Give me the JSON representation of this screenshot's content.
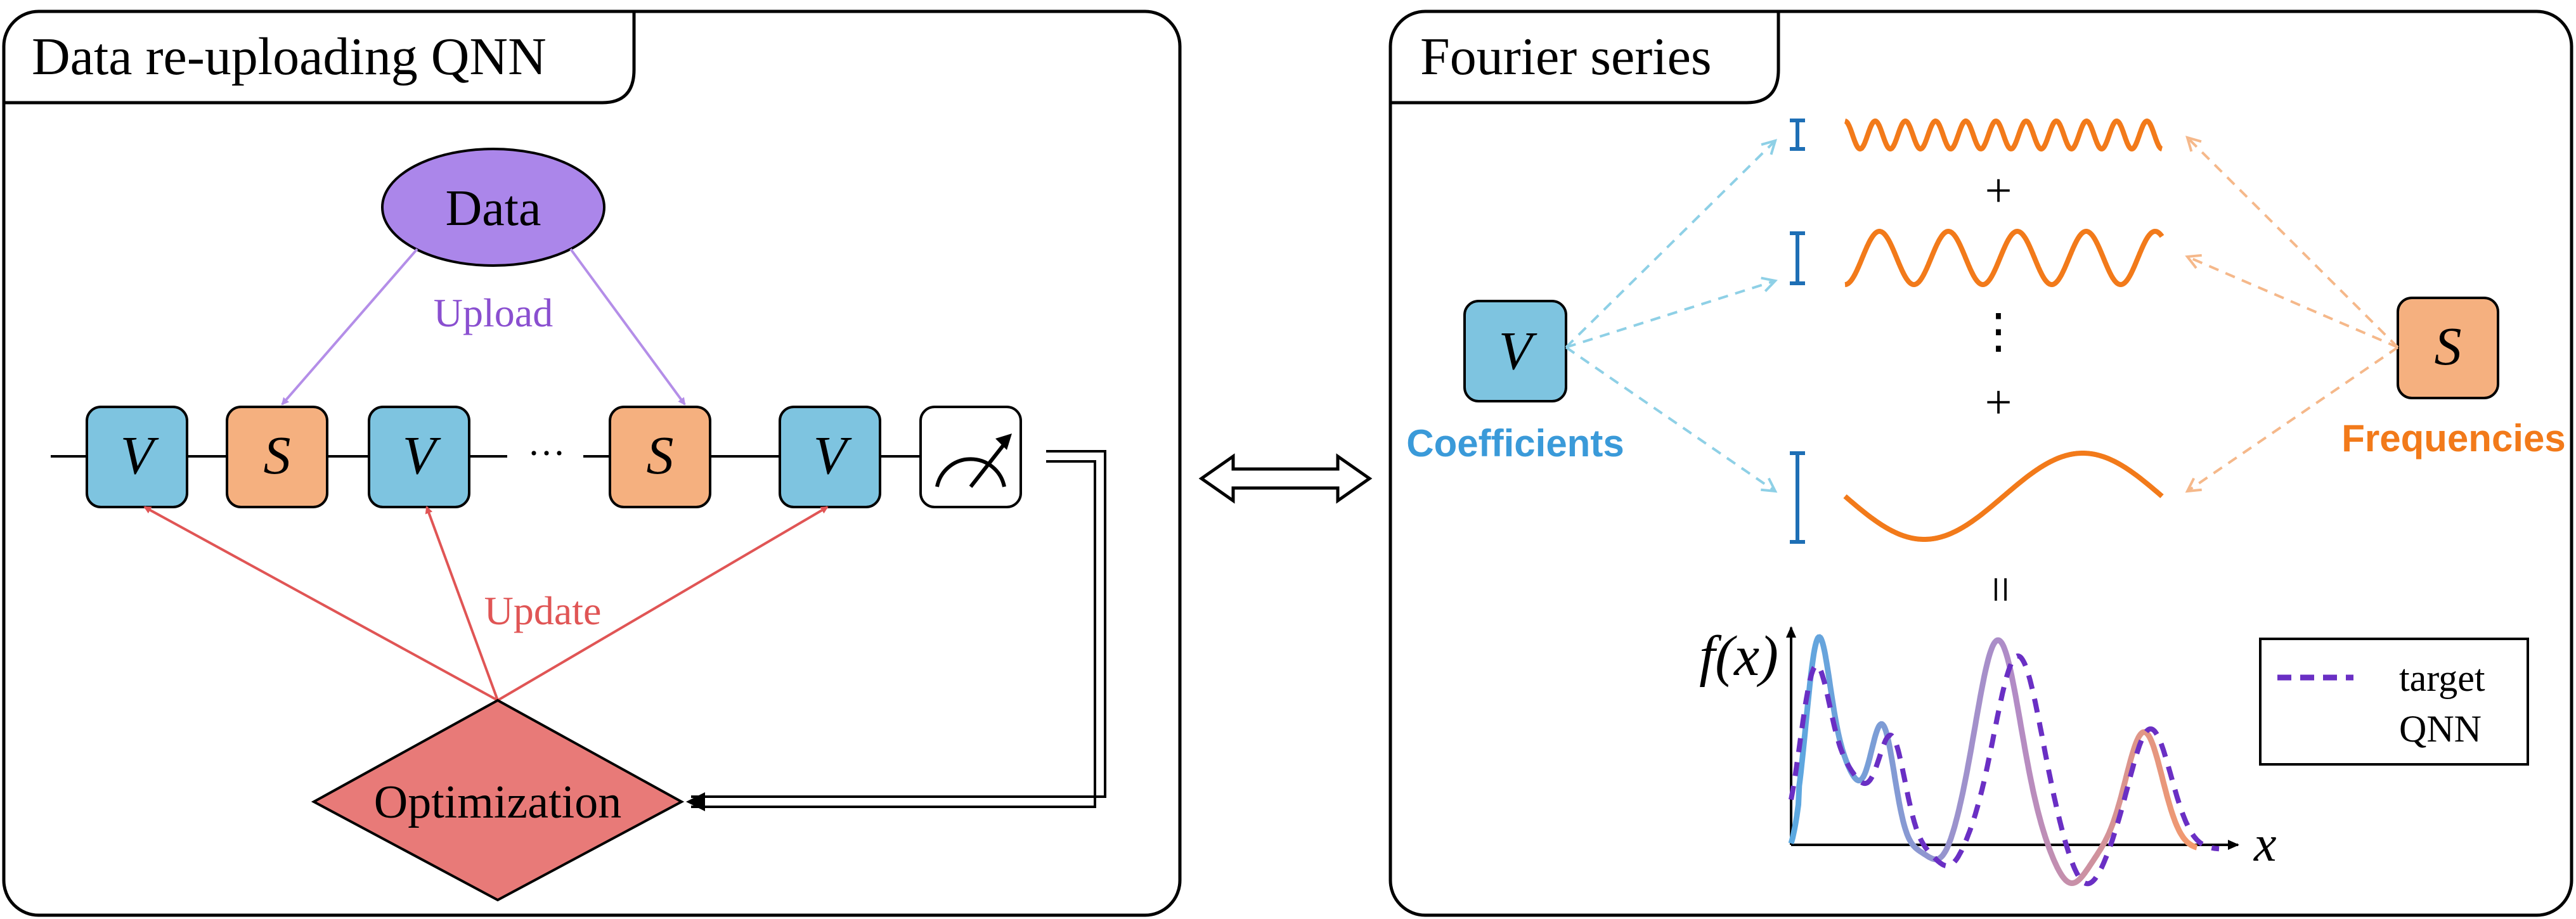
{
  "left_panel": {
    "title": "Data re-uploading QNN",
    "data_node": "Data",
    "upload_label": "Upload",
    "update_label": "Update",
    "optimization_label": "Optimization",
    "circuit_gates": [
      "V",
      "S",
      "V",
      "S",
      "V"
    ],
    "ellipsis": "···",
    "colors": {
      "v_gate": "#7ec4e0",
      "s_gate": "#f5b07f",
      "data": "#ab86ea",
      "optimization": "#e87a78",
      "upload_arrow": "#b48ee8",
      "update_arrow": "#e05555"
    }
  },
  "right_panel": {
    "title": "Fourier series",
    "v_gate": "V",
    "s_gate": "S",
    "coefficients_label": "Coefficients",
    "frequencies_label": "Frequencies",
    "plus": "+",
    "vdots": "⋮",
    "equals": "=",
    "colors": {
      "coefficients": "#3a9ad9",
      "frequencies": "#f27a1a",
      "wave": "#f27a1a",
      "coef_bar": "#1e6fb5"
    }
  },
  "chart_data": {
    "type": "line",
    "ylabel": "f(x)",
    "xlabel": "x",
    "legend_position": "top-right",
    "series": [
      {
        "name": "target",
        "style": "dashed",
        "color": "#6a2fc4"
      },
      {
        "name": "QNN",
        "style": "solid-gradient",
        "colors": [
          "#5aa8e0",
          "#f59a6a"
        ]
      }
    ]
  },
  "icons": {
    "double_arrow": "double-headed-arrow-icon",
    "meter": "measurement-meter-icon"
  }
}
